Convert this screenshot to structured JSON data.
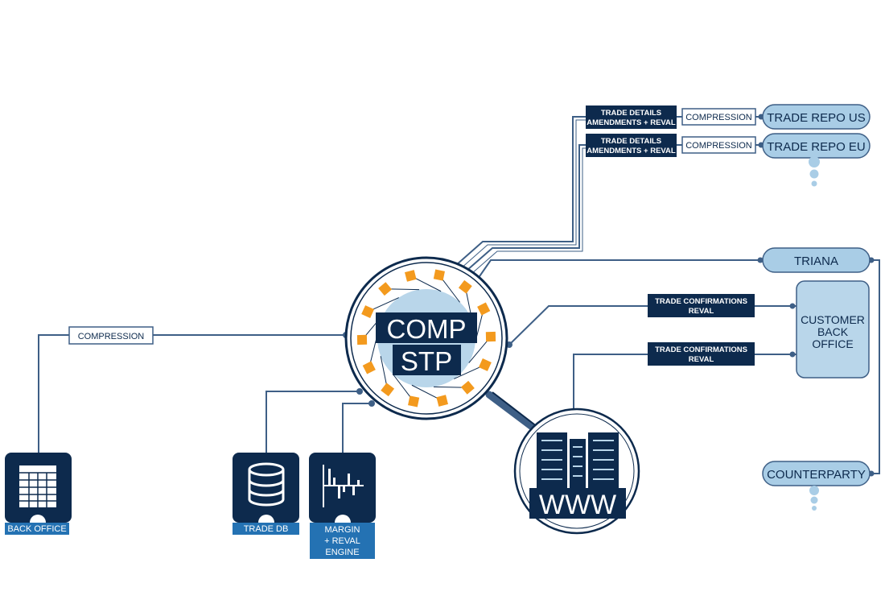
{
  "colors": {
    "navy": "#0d2a4d",
    "line": "#3e5f86",
    "light_blue": "#b9d6ea",
    "pill_fill": "#a9cde6",
    "orange": "#f39a1e",
    "label_blue": "#2472b3",
    "white": "#ffffff"
  },
  "hub": {
    "line1": "COMP",
    "line2": "STP",
    "node_count": 14
  },
  "repos": [
    {
      "tag_line1": "TRADE DETAILS",
      "tag_line2": "AMENDMENTS + REVAL",
      "compression": "COMPRESSION",
      "name": "TRADE REPO US"
    },
    {
      "tag_line1": "TRADE DETAILS",
      "tag_line2": "AMENDMENTS + REVAL",
      "compression": "COMPRESSION",
      "name": "TRADE REPO EU"
    }
  ],
  "triana": "TRIANA",
  "customer_back_office": {
    "line1": "CUSTOMER",
    "line2": "BACK",
    "line3": "OFFICE"
  },
  "confirmations": [
    {
      "line1": "TRADE CONFIRMATIONS",
      "line2": "REVAL"
    },
    {
      "line1": "TRADE CONFIRMATIONS",
      "line2": "REVAL"
    }
  ],
  "counterparty": "COUNTERPARTY",
  "left_compression": "COMPRESSION",
  "www": "WWW",
  "systems": {
    "back_office": {
      "label": "BACK OFFICE",
      "icon": "spreadsheet-icon"
    },
    "trade_db": {
      "label": "TRADE DB",
      "icon": "database-icon"
    },
    "margin_engine": {
      "line1": "MARGIN",
      "line2": "+ REVAL",
      "line3": "ENGINE",
      "icon": "bar-chart-icon"
    }
  }
}
